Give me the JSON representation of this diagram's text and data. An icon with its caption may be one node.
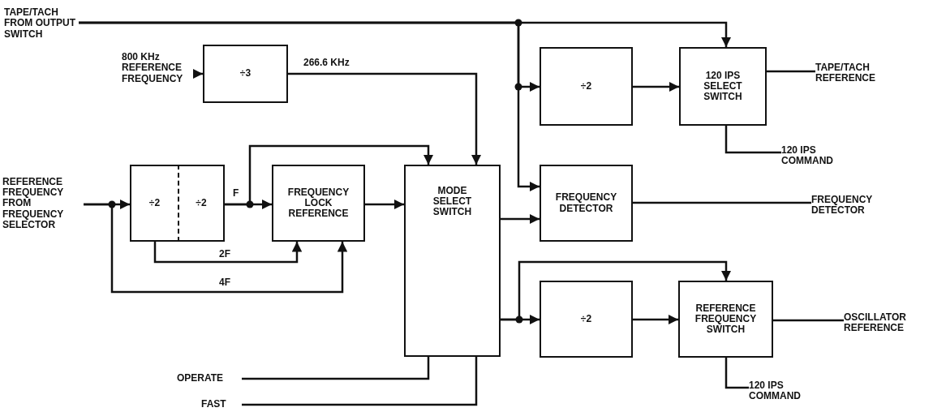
{
  "diagram": {
    "nodes": [
      {
        "text": [
          "TAPE/TACH FROM OUTPUT SWITCH"
        ]
      },
      {
        "text": [
          "800 KHz REFERENCE FREQUENCY"
        ]
      },
      {
        "text": [
          "÷3"
        ]
      },
      {
        "text": [
          "÷2"
        ]
      },
      {
        "text": [
          "120 IPS SELECT SWITCH"
        ]
      },
      {
        "text": [
          "TAPE/TACH REFERENCE"
        ]
      },
      {
        "text": [
          "120 IPS COMMAND"
        ]
      },
      {
        "text": [
          "REFERENCE FREQUENCY FROM FREQUENCY SELECTOR"
        ]
      },
      {
        "text": [
          "÷2"
        ]
      },
      {
        "text": [
          "÷2"
        ]
      },
      {
        "text": [
          "FREQUENCY LOCK REFERENCE"
        ]
      },
      {
        "text": [
          "MODE SELECT SWITCH"
        ]
      },
      {
        "text": [
          "FREQUENCY DETECTOR"
        ]
      },
      {
        "text": [
          "FREQUENCY DETECTOR"
        ]
      },
      {
        "text": [
          "÷2"
        ]
      },
      {
        "text": [
          "REFERENCE FREQUENCY SWITCH"
        ]
      },
      {
        "text": [
          "OSCILLATOR REFERENCE"
        ]
      },
      {
        "text": [
          "120 IPS COMMAND"
        ]
      },
      {
        "text": [
          "OPERATE"
        ]
      },
      {
        "text": [
          "FAST"
        ]
      }
    ],
    "edges": [
      {
        "from": 0,
        "to": 4,
        "arrow": "to"
      },
      {
        "from": 0,
        "to": 3,
        "arrow": "to"
      },
      {
        "from": 0,
        "to": 12,
        "arrow": "to"
      },
      {
        "from": 1,
        "to": 2,
        "arrow": "to"
      },
      {
        "from": 2,
        "to": 11,
        "arrow": "to",
        "label": "266.6 KHz"
      },
      {
        "from": 4,
        "to": 5,
        "arrow": "none"
      },
      {
        "from": 4,
        "to": 6,
        "arrow": "none"
      },
      {
        "from": 7,
        "to": 8,
        "arrow": "to"
      },
      {
        "from": 7,
        "to": 10,
        "arrow": "to",
        "label": "4F"
      },
      {
        "from": 8,
        "to": 10,
        "arrow": "to",
        "label": "2F"
      },
      {
        "from": 9,
        "to": 10,
        "arrow": "to",
        "label": "F"
      },
      {
        "from": 9,
        "to": 11,
        "arrow": "to"
      },
      {
        "from": 10,
        "to": 11,
        "arrow": "to"
      },
      {
        "from": 11,
        "to": 12,
        "arrow": "to"
      },
      {
        "from": 3,
        "to": 4,
        "arrow": "to"
      },
      {
        "from": 12,
        "to": 13,
        "arrow": "none"
      },
      {
        "from": 11,
        "to": 14,
        "arrow": "to"
      },
      {
        "from": 11,
        "to": 15,
        "arrow": "to"
      },
      {
        "from": 14,
        "to": 15,
        "arrow": "to"
      },
      {
        "from": 15,
        "to": 16,
        "arrow": "none"
      },
      {
        "from": 15,
        "to": 17,
        "arrow": "none"
      },
      {
        "from": 18,
        "to": 11,
        "arrow": "none"
      },
      {
        "from": 19,
        "to": 11,
        "arrow": "none"
      }
    ]
  }
}
